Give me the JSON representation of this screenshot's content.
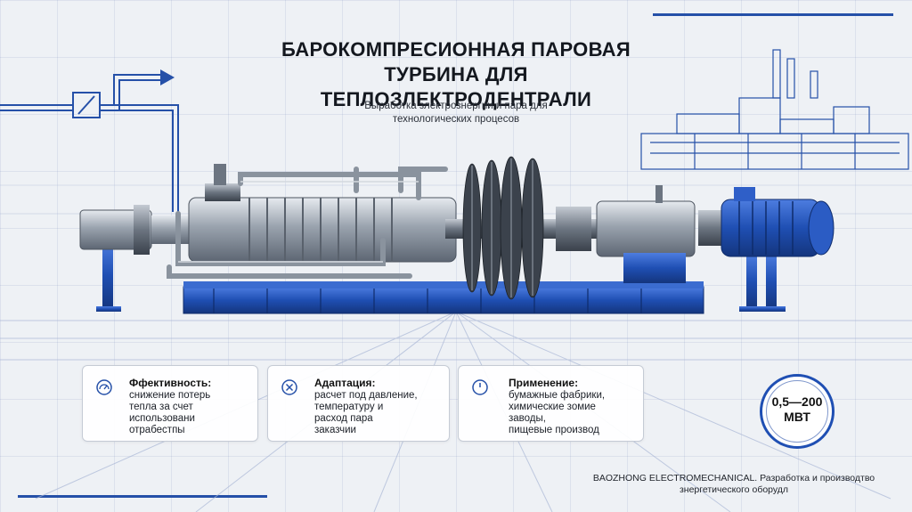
{
  "title": {
    "line1": "БАРОКОМПРЕСИОННАЯ ПАРОВАЯ",
    "line2": "ТУРБИНА ДЛЯ ТЕПЛОЗЛЕКТРОДЕНТРАЛИ"
  },
  "subtitle": {
    "line1": "Выработка злектрознергии и пара для",
    "line2": "технологических процесов"
  },
  "cards": [
    {
      "icon": "gauge-icon",
      "title": "Ффективность:",
      "lines": [
        "снижение потерь",
        "тепла за счет",
        "использовани",
        "отрабестпы"
      ]
    },
    {
      "icon": "close-circle-icon",
      "title": "Адаптация:",
      "lines": [
        "расчет под давление,",
        "температуру и",
        "расход пара",
        "заказчии"
      ]
    },
    {
      "icon": "clock-icon",
      "title": "Применение:",
      "lines": [
        "бумажные фабрики,",
        "химические зомие",
        "заводы,",
        "пищевые производ"
      ]
    }
  ],
  "badge": {
    "line1": "0,5—200",
    "line2": "МВТ"
  },
  "footer": {
    "line1": "BAOZHONG ELECTROMECHANICAL. Разработка и производтво",
    "line2": "знергетического оборудл"
  },
  "colors": {
    "accent": "#2550a8",
    "machine_blue": "#1f4fb3",
    "steel": "#aab3be",
    "background": "#eef1f5"
  }
}
